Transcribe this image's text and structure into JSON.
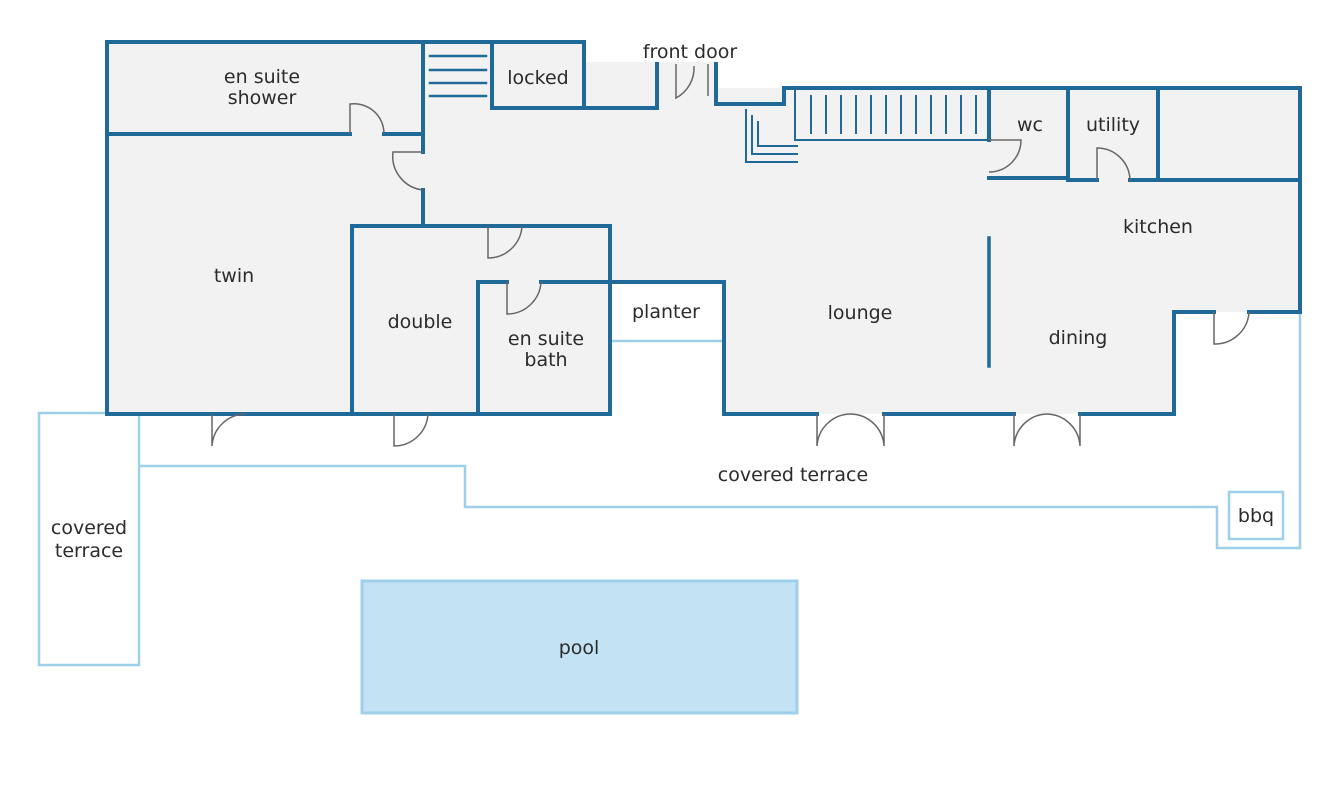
{
  "colors": {
    "wall": "#1f6a99",
    "outdoor_line": "#9fd0ea",
    "floor": "#f2f2f2",
    "pool": "#c3e2f4",
    "pool_border": "#9fd0ea",
    "text": "#2b2b2b",
    "door": "#666666"
  },
  "labels": {
    "front_door": "front door",
    "locked": "locked",
    "en_suite_shower_1": "en suite",
    "en_suite_shower_2": "shower",
    "wc": "wc",
    "utility": "utility",
    "kitchen": "kitchen",
    "twin": "twin",
    "double": "double",
    "en_suite_bath_1": "en suite",
    "en_suite_bath_2": "bath",
    "planter": "planter",
    "lounge": "lounge",
    "dining": "dining",
    "covered_terrace_main": "covered terrace",
    "covered_terrace_side_1": "covered",
    "covered_terrace_side_2": "terrace",
    "bbq": "bbq",
    "pool": "pool"
  }
}
